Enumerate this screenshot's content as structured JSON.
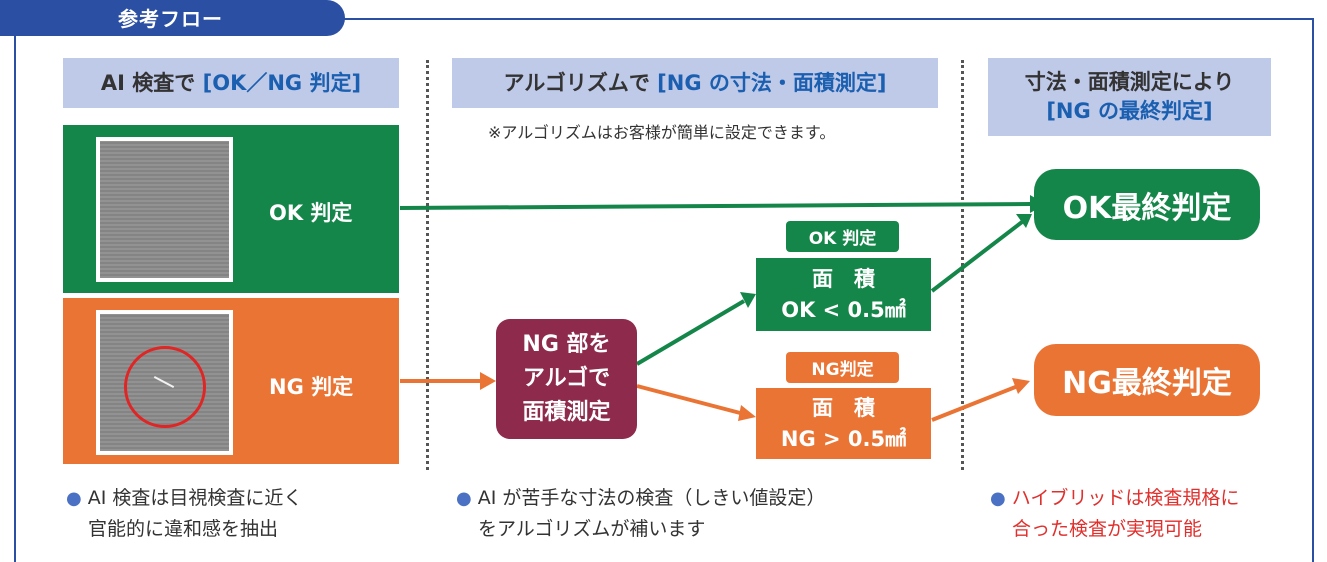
{
  "tab": {
    "title": "参考フロー"
  },
  "columns": [
    {
      "header_pre": "AI 検査で",
      "header_bracket": "[OK／NG 判定]"
    },
    {
      "header_pre": "アルゴリズムで",
      "header_bracket": "[NG の寸法・面積測定]",
      "note": "※アルゴリズムはお客様が簡単に設定できます。"
    },
    {
      "header_line1": "寸法・面積測定により",
      "header_bracket": "[NG の最終判定]"
    }
  ],
  "panels": {
    "ok_label": "OK 判定",
    "ng_label": "NG 判定"
  },
  "ng_measure": {
    "line1": "NG 部を",
    "line2": "アルゴで",
    "line3": "面積測定"
  },
  "ok_branch": {
    "pill": "OK 判定",
    "line1": "面　積",
    "line2": "OK < 0.5㎟"
  },
  "ng_branch": {
    "pill": "NG判定",
    "line1": "面　積",
    "line2": "NG > 0.5㎟"
  },
  "finals": {
    "ok": "OK最終判定",
    "ng": "NG最終判定"
  },
  "bullets": [
    {
      "line1": "AI 検査は目視検査に近く",
      "line2": "官能的に違和感を抽出"
    },
    {
      "line1": "AI が苦手な寸法の検査（しきい値設定）",
      "line2": "をアルゴリズムが補います"
    },
    {
      "line1": "ハイブリッドは検査規格に",
      "line2": "合った検査が実現可能"
    }
  ],
  "colors": {
    "frame": "#2b4fa3",
    "header_bg": "#bfc9e8",
    "green": "#15864a",
    "orange": "#ea7434",
    "maroon": "#8e2b4d",
    "red_text": "#e0302d"
  }
}
